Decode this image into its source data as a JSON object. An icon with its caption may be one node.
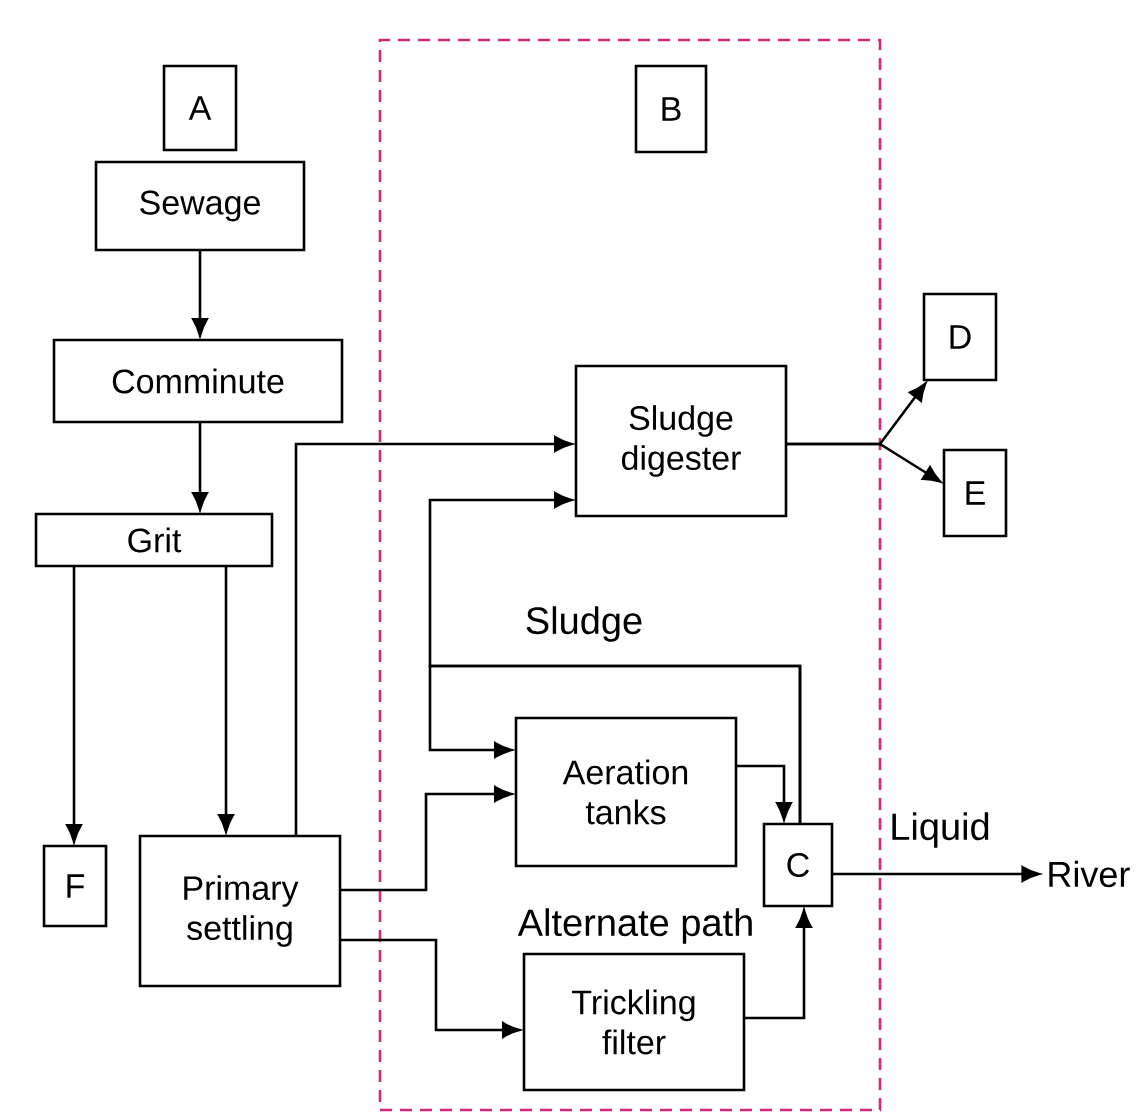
{
  "diagram": {
    "nodes": [
      {
        "text": [],
        "shape": "box"
      },
      {
        "text": [
          "A"
        ]
      },
      {
        "text": [
          "Sewage"
        ]
      },
      {
        "text": [
          "Comminute"
        ]
      },
      {
        "text": [
          "Grit"
        ]
      },
      {
        "text": [
          "F"
        ]
      },
      {
        "text": [
          "Primary settling"
        ]
      },
      {
        "text": [
          "B"
        ],
        "in": 0
      },
      {
        "text": [
          "Sludge digester"
        ],
        "in": 0
      },
      {
        "text": [
          "Aeration tanks"
        ],
        "in": 0
      },
      {
        "text": [
          "Trickling filter"
        ],
        "in": 0
      },
      {
        "text": [
          "C"
        ],
        "in": 0
      },
      {
        "text": [
          "D"
        ]
      },
      {
        "text": [
          "E"
        ]
      },
      {
        "text": [
          "River"
        ]
      }
    ],
    "edges": [
      {
        "from": 2,
        "to": 3,
        "arrow": "to"
      },
      {
        "from": 3,
        "to": 4,
        "arrow": "to"
      },
      {
        "from": 4,
        "to": 5,
        "arrow": "to"
      },
      {
        "from": 4,
        "to": 6,
        "arrow": "to"
      },
      {
        "from": 6,
        "to": 8,
        "arrow": "to"
      },
      {
        "from": 6,
        "to": 9,
        "arrow": "to"
      },
      {
        "from": 6,
        "to": 10,
        "arrow": "to",
        "label": "Alternate path"
      },
      {
        "from": 8,
        "to": 12,
        "arrow": "to"
      },
      {
        "from": 8,
        "to": 13,
        "arrow": "to"
      },
      {
        "from": 9,
        "to": 11,
        "arrow": "to"
      },
      {
        "from": 10,
        "to": 11,
        "arrow": "to"
      },
      {
        "from": 11,
        "to": 9,
        "arrow": "to",
        "label": "Sludge"
      },
      {
        "from": 11,
        "to": 8,
        "arrow": "to"
      },
      {
        "from": 11,
        "to": 14,
        "arrow": "to",
        "label": "Liquid"
      }
    ]
  }
}
